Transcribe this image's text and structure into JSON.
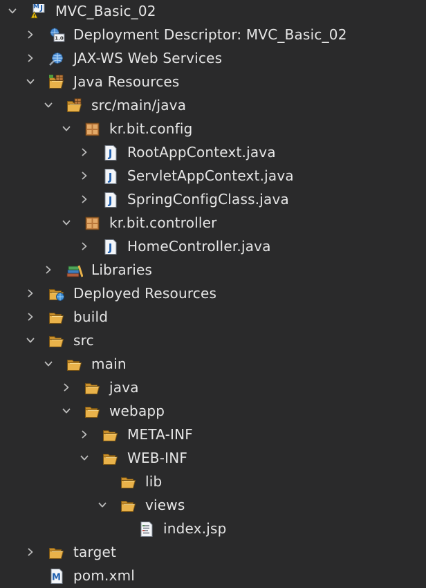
{
  "tree": {
    "items": [
      {
        "label": "MVC_Basic_02",
        "depth": 0,
        "state": "expanded",
        "icon": "maven-project-icon"
      },
      {
        "label": "Deployment Descriptor: MVC_Basic_02",
        "depth": 1,
        "state": "collapsed",
        "icon": "deployment-descriptor-icon"
      },
      {
        "label": "JAX-WS Web Services",
        "depth": 1,
        "state": "collapsed",
        "icon": "web-services-icon"
      },
      {
        "label": "Java Resources",
        "depth": 1,
        "state": "expanded",
        "icon": "java-resources-icon"
      },
      {
        "label": "src/main/java",
        "depth": 2,
        "state": "expanded",
        "icon": "source-folder-icon"
      },
      {
        "label": "kr.bit.config",
        "depth": 3,
        "state": "expanded",
        "icon": "package-icon"
      },
      {
        "label": "RootAppContext.java",
        "depth": 4,
        "state": "collapsed",
        "icon": "java-file-icon"
      },
      {
        "label": "ServletAppContext.java",
        "depth": 4,
        "state": "collapsed",
        "icon": "java-file-icon"
      },
      {
        "label": "SpringConfigClass.java",
        "depth": 4,
        "state": "collapsed",
        "icon": "java-file-icon"
      },
      {
        "label": "kr.bit.controller",
        "depth": 3,
        "state": "expanded",
        "icon": "package-icon"
      },
      {
        "label": "HomeController.java",
        "depth": 4,
        "state": "collapsed",
        "icon": "java-file-icon"
      },
      {
        "label": "Libraries",
        "depth": 2,
        "state": "collapsed",
        "icon": "libraries-icon"
      },
      {
        "label": "Deployed Resources",
        "depth": 1,
        "state": "collapsed",
        "icon": "deployed-resources-icon"
      },
      {
        "label": "build",
        "depth": 1,
        "state": "collapsed",
        "icon": "folder-icon"
      },
      {
        "label": "src",
        "depth": 1,
        "state": "expanded",
        "icon": "folder-icon"
      },
      {
        "label": "main",
        "depth": 2,
        "state": "expanded",
        "icon": "folder-icon"
      },
      {
        "label": "java",
        "depth": 3,
        "state": "collapsed",
        "icon": "folder-icon"
      },
      {
        "label": "webapp",
        "depth": 3,
        "state": "expanded",
        "icon": "folder-icon"
      },
      {
        "label": "META-INF",
        "depth": 4,
        "state": "collapsed",
        "icon": "folder-icon"
      },
      {
        "label": "WEB-INF",
        "depth": 4,
        "state": "expanded",
        "icon": "folder-icon"
      },
      {
        "label": "lib",
        "depth": 5,
        "state": "leaf",
        "icon": "folder-icon"
      },
      {
        "label": "views",
        "depth": 5,
        "state": "expanded",
        "icon": "folder-icon"
      },
      {
        "label": "index.jsp",
        "depth": 6,
        "state": "leaf",
        "icon": "jsp-file-icon"
      },
      {
        "label": "target",
        "depth": 1,
        "state": "collapsed",
        "icon": "folder-icon"
      },
      {
        "label": "pom.xml",
        "depth": 1,
        "state": "leaf",
        "icon": "maven-pom-icon"
      }
    ]
  },
  "colors": {
    "background": "#2a2a2b",
    "text": "#e6e6e6",
    "chevron": "#bdbdbd",
    "folder": "#e9b24a",
    "java_blue": "#1f5fae",
    "package_brown": "#b8763a"
  }
}
